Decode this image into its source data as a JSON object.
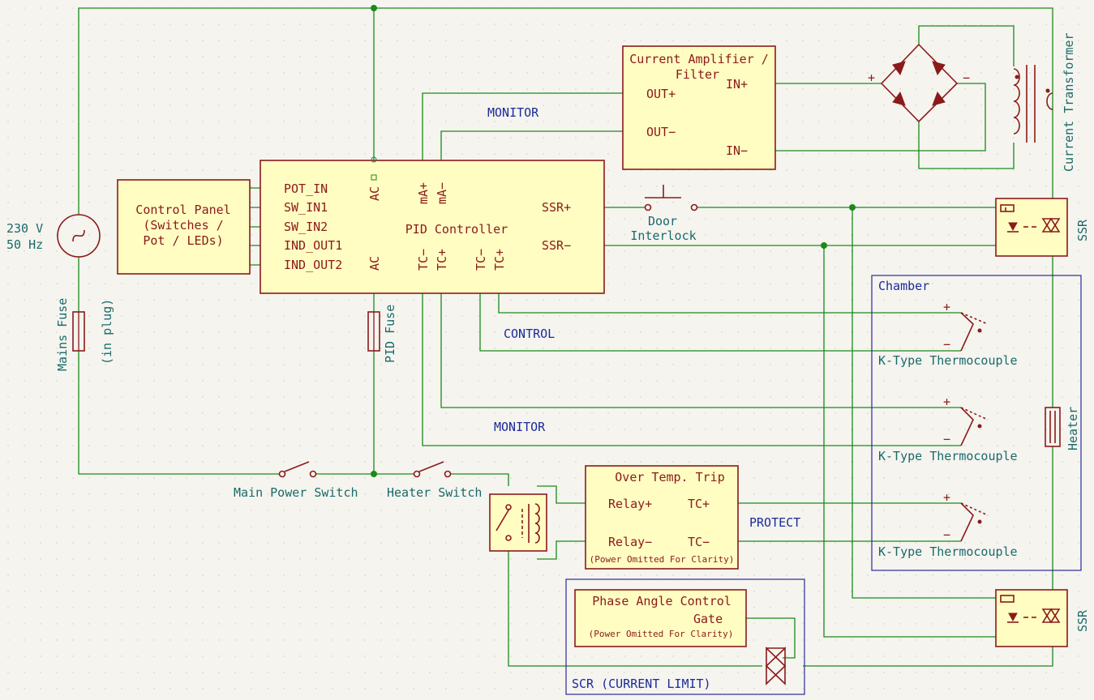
{
  "source": {
    "voltage": "230 V",
    "freq": "50 Hz"
  },
  "fuses": {
    "mains": "Mains Fuse",
    "mains_note": "(in plug)",
    "pid": "PID Fuse"
  },
  "switches": {
    "main": "Main Power Switch",
    "heater": "Heater Switch"
  },
  "control_panel": {
    "line1": "Control Panel",
    "line2": "(Switches /",
    "line3": "Pot / LEDs)"
  },
  "pid": {
    "title": "PID Controller",
    "pins_left": [
      "POT_IN",
      "SW_IN1",
      "SW_IN2",
      "IND_OUT1",
      "IND_OUT2"
    ],
    "ac_top": "AC",
    "ma_plus": "mA+",
    "ma_minus": "mA−",
    "ssr_plus": "SSR+",
    "ssr_minus": "SSR−",
    "ac_bottom": "AC",
    "tc_minus_1": "TC−",
    "tc_plus_1": "TC+",
    "tc_minus_2": "TC−",
    "tc_plus_2": "TC+"
  },
  "amplifier": {
    "title1": "Current Amplifier /",
    "title2": "Filter",
    "out_plus": "OUT+",
    "out_minus": "OUT−",
    "in_plus": "IN+",
    "in_minus": "IN−"
  },
  "bridge": {
    "plus": "+",
    "minus": "−"
  },
  "ct_label": "Current Transformer",
  "door": {
    "line1": "Door",
    "line2": "Interlock"
  },
  "ssr_label": "SSR",
  "chamber": {
    "label": "Chamber",
    "tc_label": "K-Type Thermocouple",
    "plus": "+",
    "minus": "−",
    "heater": "Heater"
  },
  "nets": {
    "monitor1": "MONITOR",
    "control": "CONTROL",
    "monitor2": "MONITOR",
    "protect": "PROTECT"
  },
  "over_temp": {
    "title": "Over Temp. Trip",
    "relay_plus": "Relay+",
    "relay_minus": "Relay−",
    "tc_plus": "TC+",
    "tc_minus": "TC−",
    "note": "(Power Omitted For Clarity)"
  },
  "phase_angle": {
    "title": "Phase Angle Control",
    "gate": "Gate",
    "note": "(Power Omitted For Clarity)"
  },
  "scr_group": "SCR (CURRENT LIMIT)"
}
